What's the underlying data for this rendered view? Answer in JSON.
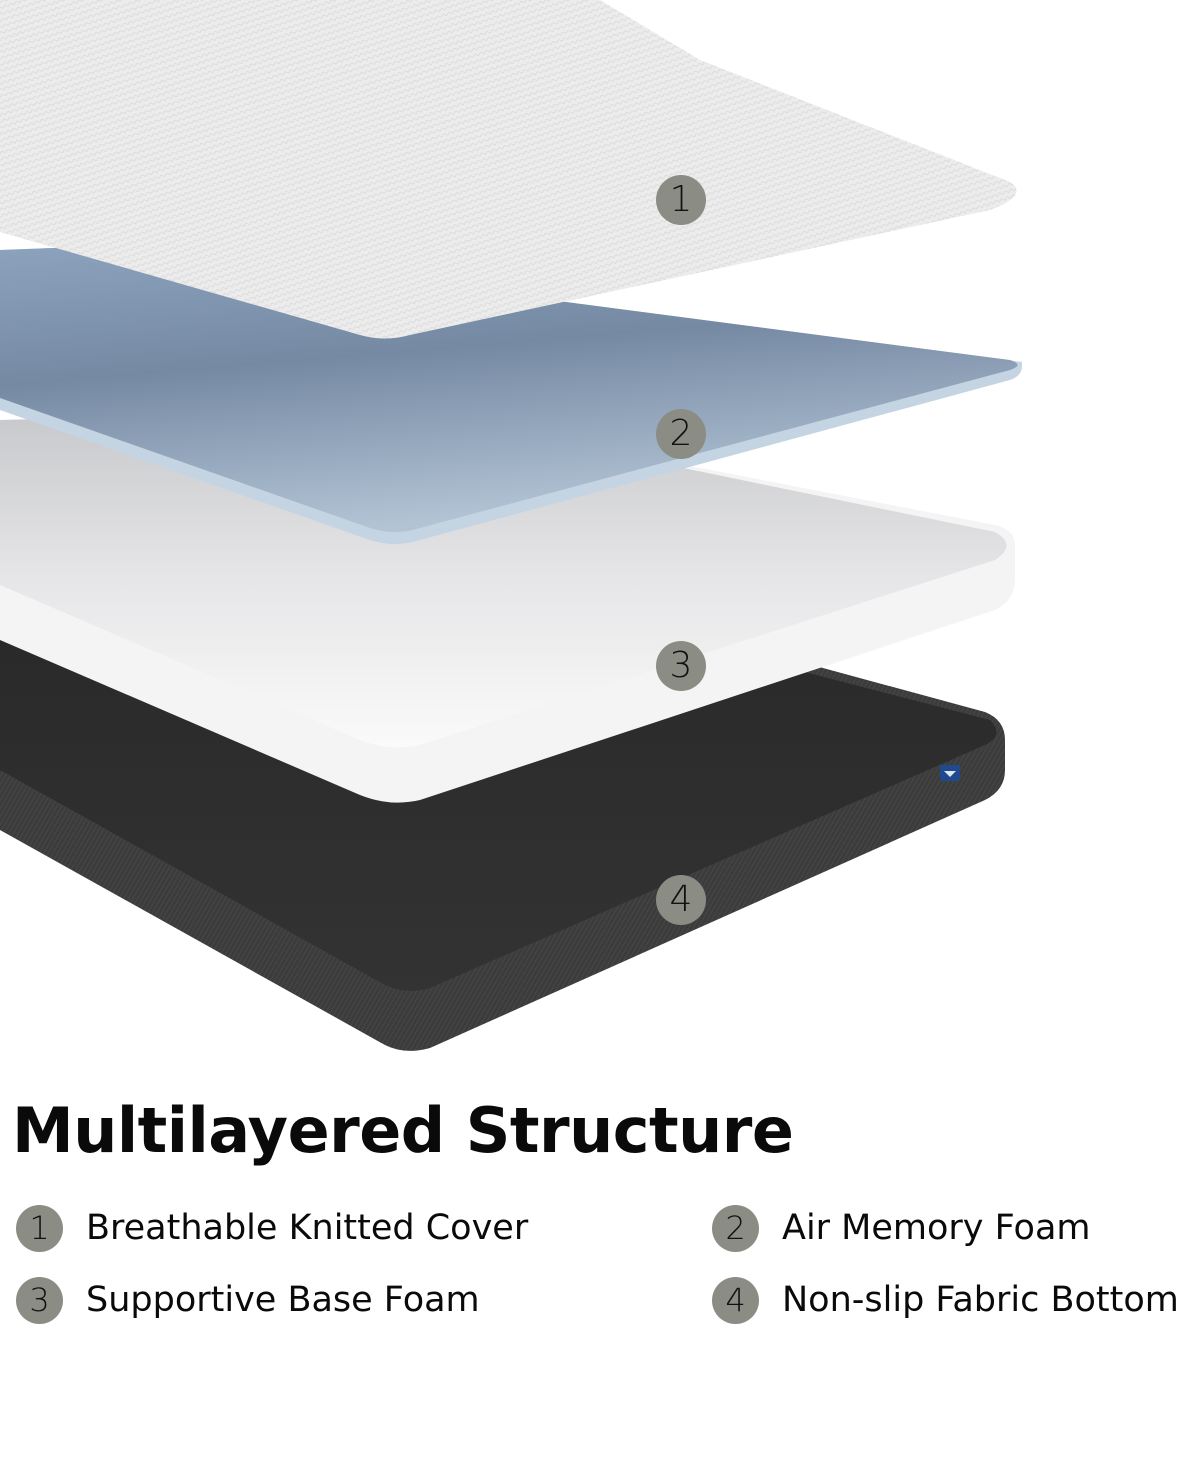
{
  "illustration": {
    "layers": [
      {
        "number": "1",
        "name": "Breathable Knitted Cover",
        "color": "#ebebeb"
      },
      {
        "number": "2",
        "name": "Air Memory Foam",
        "color": "#9fb3c8"
      },
      {
        "number": "3",
        "name": "Supportive Base Foam",
        "color": "#f2f2f2"
      },
      {
        "number": "4",
        "name": "Non-slip Fabric Bottom",
        "color": "#2b2b2b"
      }
    ],
    "badge_color": "#8b8c84",
    "label_tag_color": "#1f4a8e"
  },
  "title": "Multilayered Structure",
  "legend": [
    {
      "number": "1",
      "label": "Breathable Knitted Cover"
    },
    {
      "number": "2",
      "label": "Air Memory Foam"
    },
    {
      "number": "3",
      "label": "Supportive Base Foam"
    },
    {
      "number": "4",
      "label": "Non-slip Fabric Bottom"
    }
  ]
}
